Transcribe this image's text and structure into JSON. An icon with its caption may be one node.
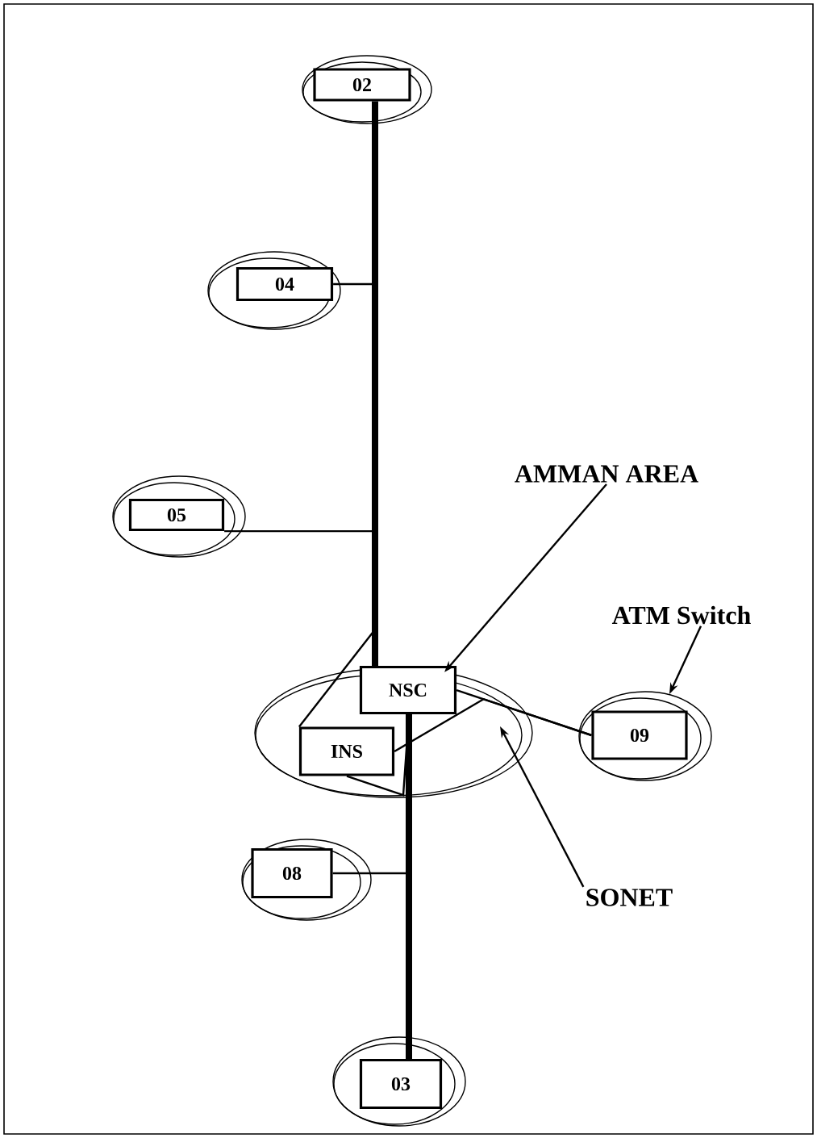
{
  "diagram": {
    "nodes": [
      {
        "text": [],
        "shape": "ellipse"
      },
      {
        "text": [
          "02"
        ],
        "in": 0
      },
      {
        "text": [],
        "shape": "ellipse"
      },
      {
        "text": [
          "04"
        ],
        "in": 2
      },
      {
        "text": [
          "AMMAN AREA"
        ]
      },
      {
        "text": [],
        "shape": "ellipse"
      },
      {
        "text": [
          "05"
        ],
        "in": 5
      },
      {
        "text": [
          "ATM Switch"
        ]
      },
      {
        "text": [],
        "shape": "ellipse"
      },
      {
        "text": [
          "NSC"
        ],
        "in": 8
      },
      {
        "text": [
          "INS"
        ],
        "in": 8
      },
      {
        "text": [],
        "shape": "ellipse"
      },
      {
        "text": [
          "09"
        ],
        "in": 11
      },
      {
        "text": [],
        "shape": "ellipse"
      },
      {
        "text": [
          "08"
        ],
        "in": 13
      },
      {
        "text": [
          "SONET"
        ]
      },
      {
        "text": [],
        "shape": "ellipse"
      },
      {
        "text": [
          "03"
        ],
        "in": 16
      }
    ],
    "edges": [
      {
        "from": 1,
        "to": 9,
        "arrow": "none",
        "style": "thick"
      },
      {
        "from": 9,
        "to": 17,
        "arrow": "none",
        "style": "thick"
      },
      {
        "from": 3,
        "to": 9,
        "arrow": "none"
      },
      {
        "from": 6,
        "to": 9,
        "arrow": "none"
      },
      {
        "from": 14,
        "to": 9,
        "arrow": "none"
      },
      {
        "from": 10,
        "to": 9,
        "arrow": "none"
      },
      {
        "from": 10,
        "to": 9,
        "arrow": "none"
      },
      {
        "from": 9,
        "to": 12,
        "arrow": "none"
      },
      {
        "from": 10,
        "to": 12,
        "arrow": "none"
      },
      {
        "from": 4,
        "to": 8,
        "arrow": "to"
      },
      {
        "from": 7,
        "to": 11,
        "arrow": "to"
      },
      {
        "from": 15,
        "to": 8,
        "arrow": "to"
      }
    ]
  }
}
